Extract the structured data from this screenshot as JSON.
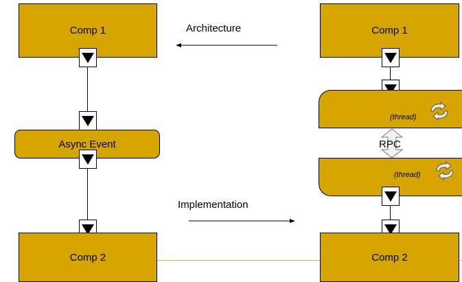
{
  "colors": {
    "box_fill": "#d6a500",
    "baseline": "#e8b23a",
    "connector": "#000000",
    "rpc_arrow_fill": "#f2f2f2"
  },
  "labels": {
    "architecture": "Architecture",
    "implementation": "Implementation",
    "rpc": "RPC",
    "thread": "(thread)"
  },
  "left": {
    "comp1": "Comp 1",
    "async_event": "Async Event",
    "comp2": "Comp 2"
  },
  "right": {
    "comp1": "Comp 1",
    "comp2": "Comp 2"
  },
  "icons": {
    "port": "down-triangle-port-icon",
    "thread": "cycle-arrows-icon"
  }
}
